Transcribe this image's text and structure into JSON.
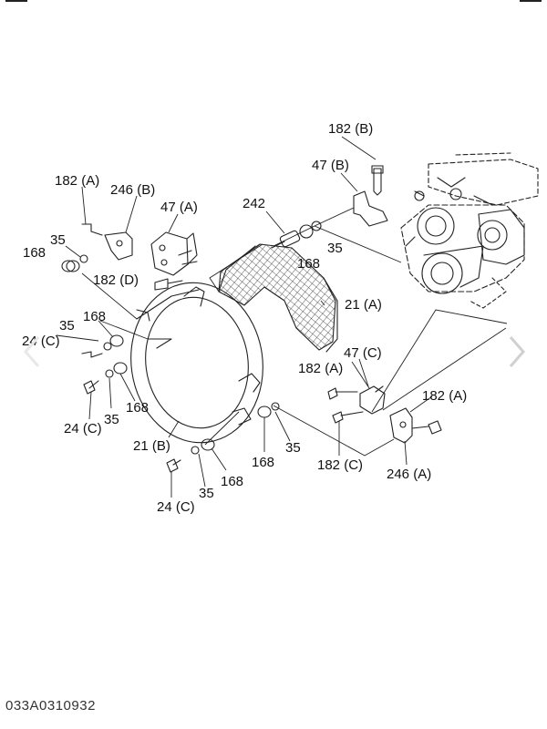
{
  "diagram": {
    "labels": [
      {
        "id": "l-182b-top",
        "text": "182 (B)"
      },
      {
        "id": "l-47b",
        "text": "47 (B)"
      },
      {
        "id": "l-182a-left",
        "text": "182 (A)"
      },
      {
        "id": "l-246b",
        "text": "246 (B)"
      },
      {
        "id": "l-47a",
        "text": "47 (A)"
      },
      {
        "id": "l-242",
        "text": "242"
      },
      {
        "id": "l-35-a",
        "text": "35"
      },
      {
        "id": "l-168-a",
        "text": "168"
      },
      {
        "id": "l-35-top",
        "text": "35"
      },
      {
        "id": "l-168-mid",
        "text": "168"
      },
      {
        "id": "l-182d",
        "text": "182 (D)"
      },
      {
        "id": "l-21a",
        "text": "21 (A)"
      },
      {
        "id": "l-35-b",
        "text": "35"
      },
      {
        "id": "l-168-b",
        "text": "168"
      },
      {
        "id": "l-24c-a",
        "text": "24 (C)"
      },
      {
        "id": "l-47c",
        "text": "47 (C)"
      },
      {
        "id": "l-182a-mid",
        "text": "182 (A)"
      },
      {
        "id": "l-182a-right",
        "text": "182 (A)"
      },
      {
        "id": "l-168-c",
        "text": "168"
      },
      {
        "id": "l-24c-b",
        "text": "24 (C)"
      },
      {
        "id": "l-35-c",
        "text": "35"
      },
      {
        "id": "l-21b",
        "text": "21 (B)"
      },
      {
        "id": "l-168-d",
        "text": "168"
      },
      {
        "id": "l-35-d",
        "text": "35"
      },
      {
        "id": "l-182c",
        "text": "182 (C)"
      },
      {
        "id": "l-246a",
        "text": "246 (A)"
      },
      {
        "id": "l-168-e",
        "text": "168"
      },
      {
        "id": "l-35-e",
        "text": "35"
      },
      {
        "id": "l-24c-c",
        "text": "24 (C)"
      }
    ],
    "code": "033A0310932"
  },
  "navigation": {
    "prev_icon": "chevron-left-icon",
    "next_icon": "chevron-right-icon"
  }
}
